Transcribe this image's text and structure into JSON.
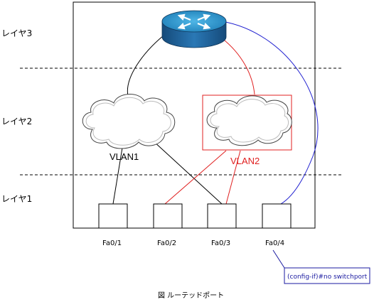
{
  "layers": [
    {
      "label": "レイヤ3"
    },
    {
      "label": "レイヤ2"
    },
    {
      "label": "レイヤ1"
    }
  ],
  "vlans": [
    {
      "label": "VLAN1",
      "color": "#000000"
    },
    {
      "label": "VLAN2",
      "color": "#e02020"
    }
  ],
  "ports": [
    {
      "label": "Fa0/1"
    },
    {
      "label": "Fa0/2"
    },
    {
      "label": "Fa0/3"
    },
    {
      "label": "Fa0/4"
    }
  ],
  "callout": {
    "text": "(config-if)#no switchport",
    "color": "#1a1aa0"
  },
  "caption": "図 ルーテッドポート",
  "colors": {
    "router": "#1e5d96",
    "router_top": "#2a8fc8",
    "red_link": "#e02020",
    "blue_link": "#2020d0"
  }
}
